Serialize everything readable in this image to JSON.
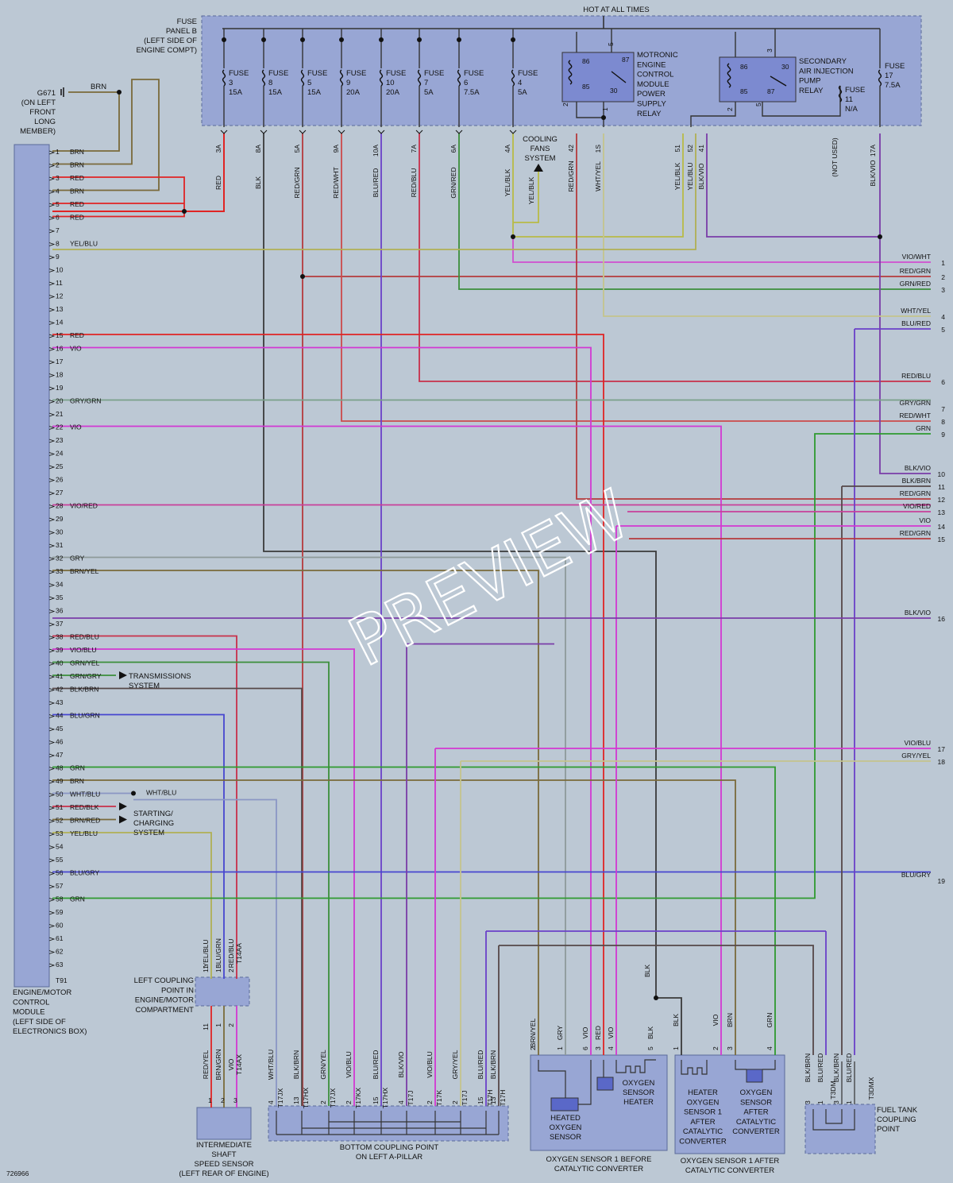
{
  "header": {
    "hot_label": "HOT AT ALL TIMES",
    "fuse_panel": [
      "FUSE",
      "PANEL B",
      "(LEFT SIDE OF",
      "ENGINE COMPT)"
    ]
  },
  "ground": {
    "id": "G671",
    "desc": [
      "(ON LEFT",
      "FRONT",
      "LONG",
      "MEMBER)"
    ],
    "wire": "BRN"
  },
  "fuses": [
    {
      "name": "FUSE",
      "num": "3",
      "amp": "15A",
      "circuit": "3A",
      "wire": "RED",
      "color": "#dd2222"
    },
    {
      "name": "FUSE",
      "num": "8",
      "amp": "15A",
      "circuit": "8A",
      "wire": "BLK",
      "color": "#333333"
    },
    {
      "name": "FUSE",
      "num": "5",
      "amp": "15A",
      "circuit": "5A",
      "wire": "RED/GRN",
      "color": "#b03a3a"
    },
    {
      "name": "FUSE",
      "num": "9",
      "amp": "20A",
      "circuit": "9A",
      "wire": "RED/WHT",
      "color": "#c9474d"
    },
    {
      "name": "FUSE",
      "num": "10",
      "amp": "20A",
      "circuit": "10A",
      "wire": "BLU/RED",
      "color": "#6a3fc0"
    },
    {
      "name": "FUSE",
      "num": "7",
      "amp": "5A",
      "circuit": "7A",
      "wire": "RED/BLU",
      "color": "#c8334d"
    },
    {
      "name": "FUSE",
      "num": "6",
      "amp": "7.5A",
      "circuit": "6A",
      "wire": "GRN/RED",
      "color": "#3c8f3c"
    },
    {
      "name": "FUSE",
      "num": "4",
      "amp": "5A",
      "circuit": "4A",
      "wire": "YEL/BLK",
      "color": "#b5b84a"
    }
  ],
  "relays": {
    "motronic": {
      "label": [
        "MOTRONIC",
        "ENGINE",
        "CONTROL",
        "MODULE",
        "POWER",
        "SUPPLY",
        "RELAY"
      ],
      "pins": [
        "86",
        "87",
        "85",
        "30",
        "2",
        "5",
        "1"
      ]
    },
    "secondary": {
      "label": [
        "SECONDARY",
        "AIR INJECTION",
        "PUMP",
        "RELAY"
      ],
      "pins": [
        "86",
        "30",
        "85",
        "87",
        "2",
        "3",
        "5"
      ]
    }
  },
  "fuse11": {
    "name": "FUSE",
    "num": "11",
    "amp": "N/A",
    "circuit": "(NOT USED)"
  },
  "fuse17": {
    "name": "FUSE",
    "num": "17",
    "amp": "7.5A",
    "circuit": "17A",
    "wire": "BLK/VIO"
  },
  "relay_circuits": [
    {
      "circuit": "42",
      "wire": "RED/GRN"
    },
    {
      "circuit": "1S",
      "wire": "WHT/YEL"
    },
    {
      "circuit": "51",
      "wire": "YEL/BLK"
    },
    {
      "circuit": "52",
      "wire": "YEL/BLU"
    },
    {
      "circuit": "41",
      "wire": "BLK/VIO"
    }
  ],
  "cooling_fans": [
    "COOLING",
    "FANS",
    "SYSTEM"
  ],
  "ecm": {
    "title": [
      "ENGINE/MOTOR",
      "CONTROL",
      "MODULE",
      "(LEFT SIDE OF",
      "ELECTRONICS BOX)"
    ],
    "connector": "T91",
    "pins": [
      {
        "n": "1",
        "w": "BRN"
      },
      {
        "n": "2",
        "w": "BRN"
      },
      {
        "n": "3",
        "w": "RED"
      },
      {
        "n": "4",
        "w": "BRN"
      },
      {
        "n": "5",
        "w": "RED"
      },
      {
        "n": "6",
        "w": "RED"
      },
      {
        "n": "7",
        "w": ""
      },
      {
        "n": "8",
        "w": "YEL/BLU"
      },
      {
        "n": "9",
        "w": ""
      },
      {
        "n": "10",
        "w": ""
      },
      {
        "n": "11",
        "w": ""
      },
      {
        "n": "12",
        "w": ""
      },
      {
        "n": "13",
        "w": ""
      },
      {
        "n": "14",
        "w": ""
      },
      {
        "n": "15",
        "w": "RED"
      },
      {
        "n": "16",
        "w": "VIO"
      },
      {
        "n": "17",
        "w": ""
      },
      {
        "n": "18",
        "w": ""
      },
      {
        "n": "19",
        "w": ""
      },
      {
        "n": "20",
        "w": "GRY/GRN"
      },
      {
        "n": "21",
        "w": ""
      },
      {
        "n": "22",
        "w": "VIO"
      },
      {
        "n": "23",
        "w": ""
      },
      {
        "n": "24",
        "w": ""
      },
      {
        "n": "25",
        "w": ""
      },
      {
        "n": "26",
        "w": ""
      },
      {
        "n": "27",
        "w": ""
      },
      {
        "n": "28",
        "w": "VIO/RED"
      },
      {
        "n": "29",
        "w": ""
      },
      {
        "n": "30",
        "w": ""
      },
      {
        "n": "31",
        "w": ""
      },
      {
        "n": "32",
        "w": "GRY"
      },
      {
        "n": "33",
        "w": "BRN/YEL"
      },
      {
        "n": "34",
        "w": ""
      },
      {
        "n": "35",
        "w": ""
      },
      {
        "n": "36",
        "w": ""
      },
      {
        "n": "37",
        "w": ""
      },
      {
        "n": "38",
        "w": "RED/BLU"
      },
      {
        "n": "39",
        "w": "VIO/BLU"
      },
      {
        "n": "40",
        "w": "GRN/YEL"
      },
      {
        "n": "41",
        "w": "GRN/GRY"
      },
      {
        "n": "42",
        "w": "BLK/BRN"
      },
      {
        "n": "43",
        "w": ""
      },
      {
        "n": "44",
        "w": "BLU/GRN"
      },
      {
        "n": "45",
        "w": ""
      },
      {
        "n": "46",
        "w": ""
      },
      {
        "n": "47",
        "w": ""
      },
      {
        "n": "48",
        "w": "GRN"
      },
      {
        "n": "49",
        "w": "BRN"
      },
      {
        "n": "50",
        "w": "WHT/BLU"
      },
      {
        "n": "51",
        "w": "RED/BLK"
      },
      {
        "n": "52",
        "w": "BRN/RED"
      },
      {
        "n": "53",
        "w": "YEL/BLU"
      },
      {
        "n": "54",
        "w": ""
      },
      {
        "n": "55",
        "w": ""
      },
      {
        "n": "56",
        "w": "BLU/GRY"
      },
      {
        "n": "57",
        "w": ""
      },
      {
        "n": "58",
        "w": "GRN"
      },
      {
        "n": "59",
        "w": ""
      },
      {
        "n": "60",
        "w": ""
      },
      {
        "n": "61",
        "w": ""
      },
      {
        "n": "62",
        "w": ""
      },
      {
        "n": "63",
        "w": ""
      }
    ]
  },
  "right_refs": [
    {
      "ref": "1",
      "w": "VIO/WHT"
    },
    {
      "ref": "2",
      "w": "RED/GRN"
    },
    {
      "ref": "3",
      "w": "GRN/RED"
    },
    {
      "ref": "4",
      "w": "WHT/YEL"
    },
    {
      "ref": "5",
      "w": "BLU/RED"
    },
    {
      "ref": "6",
      "w": "RED/BLU"
    },
    {
      "ref": "7",
      "w": "GRY/GRN"
    },
    {
      "ref": "8",
      "w": "RED/WHT"
    },
    {
      "ref": "9",
      "w": "GRN"
    },
    {
      "ref": "10",
      "w": "BLK/VIO"
    },
    {
      "ref": "11",
      "w": "BLK/BRN"
    },
    {
      "ref": "12",
      "w": "RED/GRN"
    },
    {
      "ref": "13",
      "w": "VIO/RED"
    },
    {
      "ref": "14",
      "w": "VIO"
    },
    {
      "ref": "15",
      "w": "RED/GRN"
    },
    {
      "ref": "16",
      "w": "BLK/VIO"
    },
    {
      "ref": "17",
      "w": "VIO/BLU"
    },
    {
      "ref": "18",
      "w": "GRY/YEL"
    },
    {
      "ref": "19",
      "w": "BLU/GRY"
    }
  ],
  "systems": {
    "transmission": [
      "TRANSMISSIONS",
      "SYSTEM"
    ],
    "starting": [
      "STARTING/",
      "CHARGING",
      "SYSTEM"
    ],
    "wht_blu": "WHT/BLU"
  },
  "left_coupling": {
    "label": [
      "LEFT COUPLING",
      "POINT IN",
      "ENGINE/MOTOR",
      "COMPARTMENT"
    ],
    "top": [
      {
        "pin": "11",
        "w": "YEL/BLU"
      },
      {
        "pin": "1",
        "w": "BLU/GRN"
      },
      {
        "pin": "2",
        "w": "RED/BLU"
      },
      {
        "pin": "",
        "w": "T14AA"
      }
    ],
    "bottom": [
      {
        "pin": "11",
        "w": "RED/YEL"
      },
      {
        "pin": "1",
        "w": "BRN/GRN"
      },
      {
        "pin": "2",
        "w": "VIO"
      },
      {
        "pin": "",
        "w": "T14AX"
      }
    ]
  },
  "speed_sensor": {
    "label": [
      "INTERMEDIATE",
      "SHAFT",
      "SPEED SENSOR",
      "(LEFT REAR OF ENGINE)"
    ],
    "pins": [
      "1",
      "2",
      "3"
    ]
  },
  "bottom_coupling": {
    "label": [
      "BOTTOM COUPLING POINT",
      "ON LEFT A-PILLAR"
    ],
    "wires": [
      {
        "w": "WHT/BLU",
        "pin": "4",
        "c": "T17JX"
      },
      {
        "w": "BLK/BRN",
        "pin": "13",
        "c": "T17HX"
      },
      {
        "w": "GRN/YEL",
        "pin": "2",
        "c": "T17JX"
      },
      {
        "w": "VIO/BLU",
        "pin": "2",
        "c": "T17KX"
      },
      {
        "w": "BLU/RED",
        "pin": "15",
        "c": "T17HX"
      },
      {
        "w": "BLK/VIO",
        "pin": "4",
        "c": "T17J"
      },
      {
        "w": "VIO/BLU",
        "pin": "2",
        "c": "T17K"
      },
      {
        "w": "GRY/YEL",
        "pin": "2",
        "c": "T17J"
      },
      {
        "w": "BLU/RED",
        "pin": "15",
        "c": "T17H"
      },
      {
        "w": "BLK/BRN",
        "pin": "13",
        "c": "T17H"
      }
    ]
  },
  "o2_before": {
    "label": [
      "OXYGEN SENSOR 1 BEFORE",
      "CATALYTIC CONVERTER"
    ],
    "wires": [
      {
        "w": "BRN/YEL",
        "pin": "2"
      },
      {
        "w": "GRY",
        "pin": "1"
      },
      {
        "w": "VIO",
        "pin": "6"
      },
      {
        "w": "RED",
        "pin": "3"
      },
      {
        "w": "VIO",
        "pin": "4"
      },
      {
        "w": "BLK",
        "pin": "5"
      }
    ],
    "heated": [
      "HEATED",
      "OXYGEN",
      "SENSOR"
    ],
    "heater": [
      "OXYGEN",
      "SENSOR",
      "HEATER"
    ]
  },
  "o2_after": {
    "label": [
      "OXYGEN SENSOR 1 AFTER",
      "CATALYTIC CONVERTER"
    ],
    "wires": [
      {
        "w": "BLK",
        "pin": "1"
      },
      {
        "w": "VIO",
        "pin": "2"
      },
      {
        "w": "BRN",
        "pin": "3"
      },
      {
        "w": "GRN",
        "pin": "4"
      }
    ],
    "heater": [
      "HEATER",
      "OXYGEN",
      "SENSOR 1",
      "AFTER",
      "CATALYTIC",
      "CONVERTER"
    ],
    "sensor": [
      "OXYGEN",
      "SENSOR",
      "AFTER",
      "CATALYTIC",
      "CONVERTER"
    ]
  },
  "blk_splice": "BLK",
  "fuel_tank": {
    "label": [
      "FUEL TANK",
      "COUPLING",
      "POINT"
    ],
    "wires": [
      {
        "w": "BLK/BRN",
        "pin": "3"
      },
      {
        "w": "BLU/RED",
        "pin": "1"
      },
      {
        "w": "BLK/BRN",
        "pin": "3"
      },
      {
        "w": "BLU/RED",
        "pin": "1"
      }
    ],
    "c1": "T3DM",
    "c2": "T3DMX"
  },
  "diagram_id": "726966",
  "watermark": "PREVIEW"
}
